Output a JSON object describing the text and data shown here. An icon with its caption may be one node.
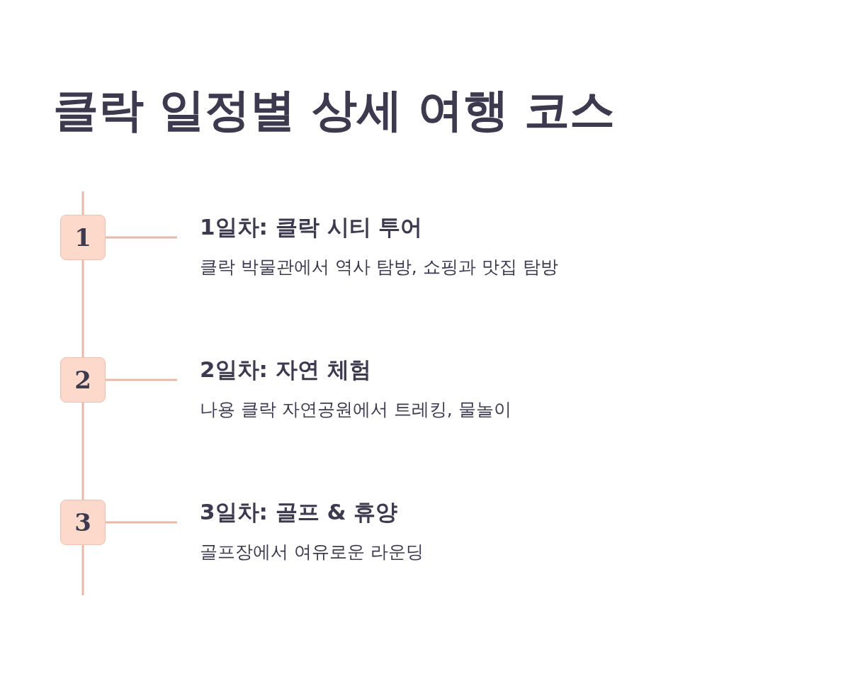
{
  "diagram": {
    "title": "클락 일정별 상세 여행 코스",
    "nodes": [
      {
        "text": [
          "1"
        ]
      },
      {
        "text": [
          "1일차: 클락 시티 투어",
          "클락 박물관에서 역사 탐방, 쇼핑과 맛집 탐방"
        ]
      },
      {
        "text": [
          "2"
        ]
      },
      {
        "text": [
          "2일차: 자연 체험",
          "나용 클락 자연공원에서 트레킹, 물놀이"
        ]
      },
      {
        "text": [
          "3"
        ]
      },
      {
        "text": [
          "3일차: 골프 & 휴양",
          "골프장에서 여유로운 라운딩"
        ]
      }
    ],
    "edges": [
      {
        "from": 0,
        "to": 1,
        "arrow": "none"
      },
      {
        "from": 2,
        "to": 3,
        "arrow": "none"
      },
      {
        "from": 4,
        "to": 5,
        "arrow": "none"
      },
      {
        "from": 0,
        "to": 2,
        "arrow": "none"
      },
      {
        "from": 2,
        "to": 4,
        "arrow": "none"
      }
    ]
  }
}
